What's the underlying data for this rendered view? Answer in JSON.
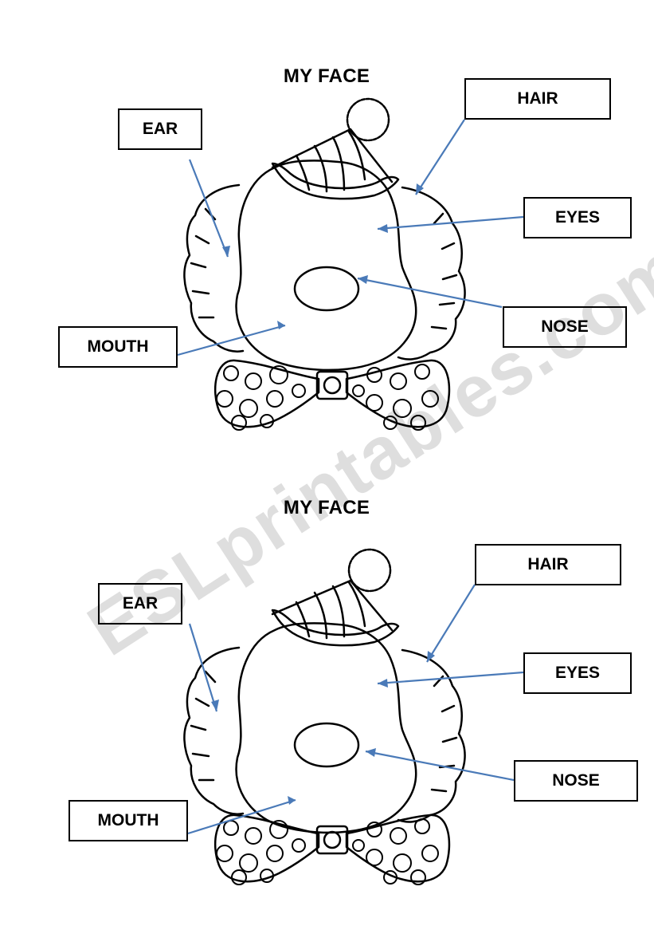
{
  "worksheet": {
    "sections": [
      {
        "title": "MY FACE",
        "labels": {
          "ear": "EAR",
          "hair": "HAIR",
          "eyes": "EYES",
          "nose": "NOSE",
          "mouth": "MOUTH"
        }
      },
      {
        "title": "MY FACE",
        "labels": {
          "ear": "EAR",
          "hair": "HAIR",
          "eyes": "EYES",
          "nose": "NOSE",
          "mouth": "MOUTH"
        }
      }
    ],
    "watermark": "ESLprintables.com",
    "arrow_color": "#4a7ab8",
    "line_color": "#000000"
  }
}
